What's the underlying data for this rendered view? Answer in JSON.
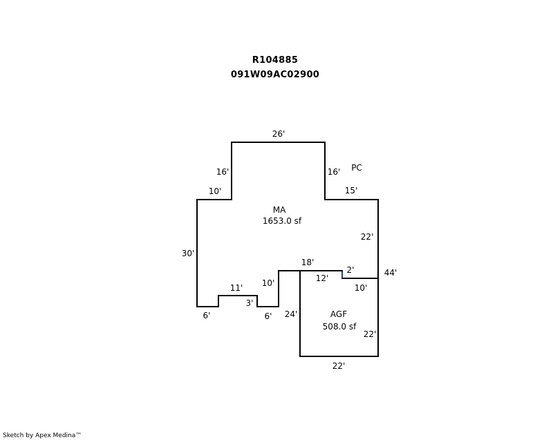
{
  "header": {
    "account_id": "R104885",
    "parcel_id": "091W09AC02900"
  },
  "areas": {
    "main": {
      "code": "MA",
      "area": "1653.0 sf"
    },
    "garage": {
      "code": "AGF",
      "area": "508.0 sf"
    },
    "porch": {
      "code": "PC"
    }
  },
  "dimensions": {
    "top": "26'",
    "upper_left": "16'",
    "upper_right": "16'",
    "left_step": "10'",
    "right_step": "15'",
    "left": "30'",
    "right_upper": "22'",
    "total_right": "44'",
    "notch_top": "11'",
    "notch_side": "3'",
    "bottom_left": "6'",
    "bottom_mid": "6'",
    "inner_up": "10'",
    "inner_top": "18'",
    "small": "2'",
    "garage_top": "12'",
    "garage_step": "10'",
    "garage_left": "24'",
    "garage_right": "22'",
    "garage_bottom": "22'"
  },
  "footer": {
    "credit": "Sketch by Apex Medina™"
  },
  "colors": {
    "outline": "#000000",
    "accent_segment": "#1f3c88"
  }
}
